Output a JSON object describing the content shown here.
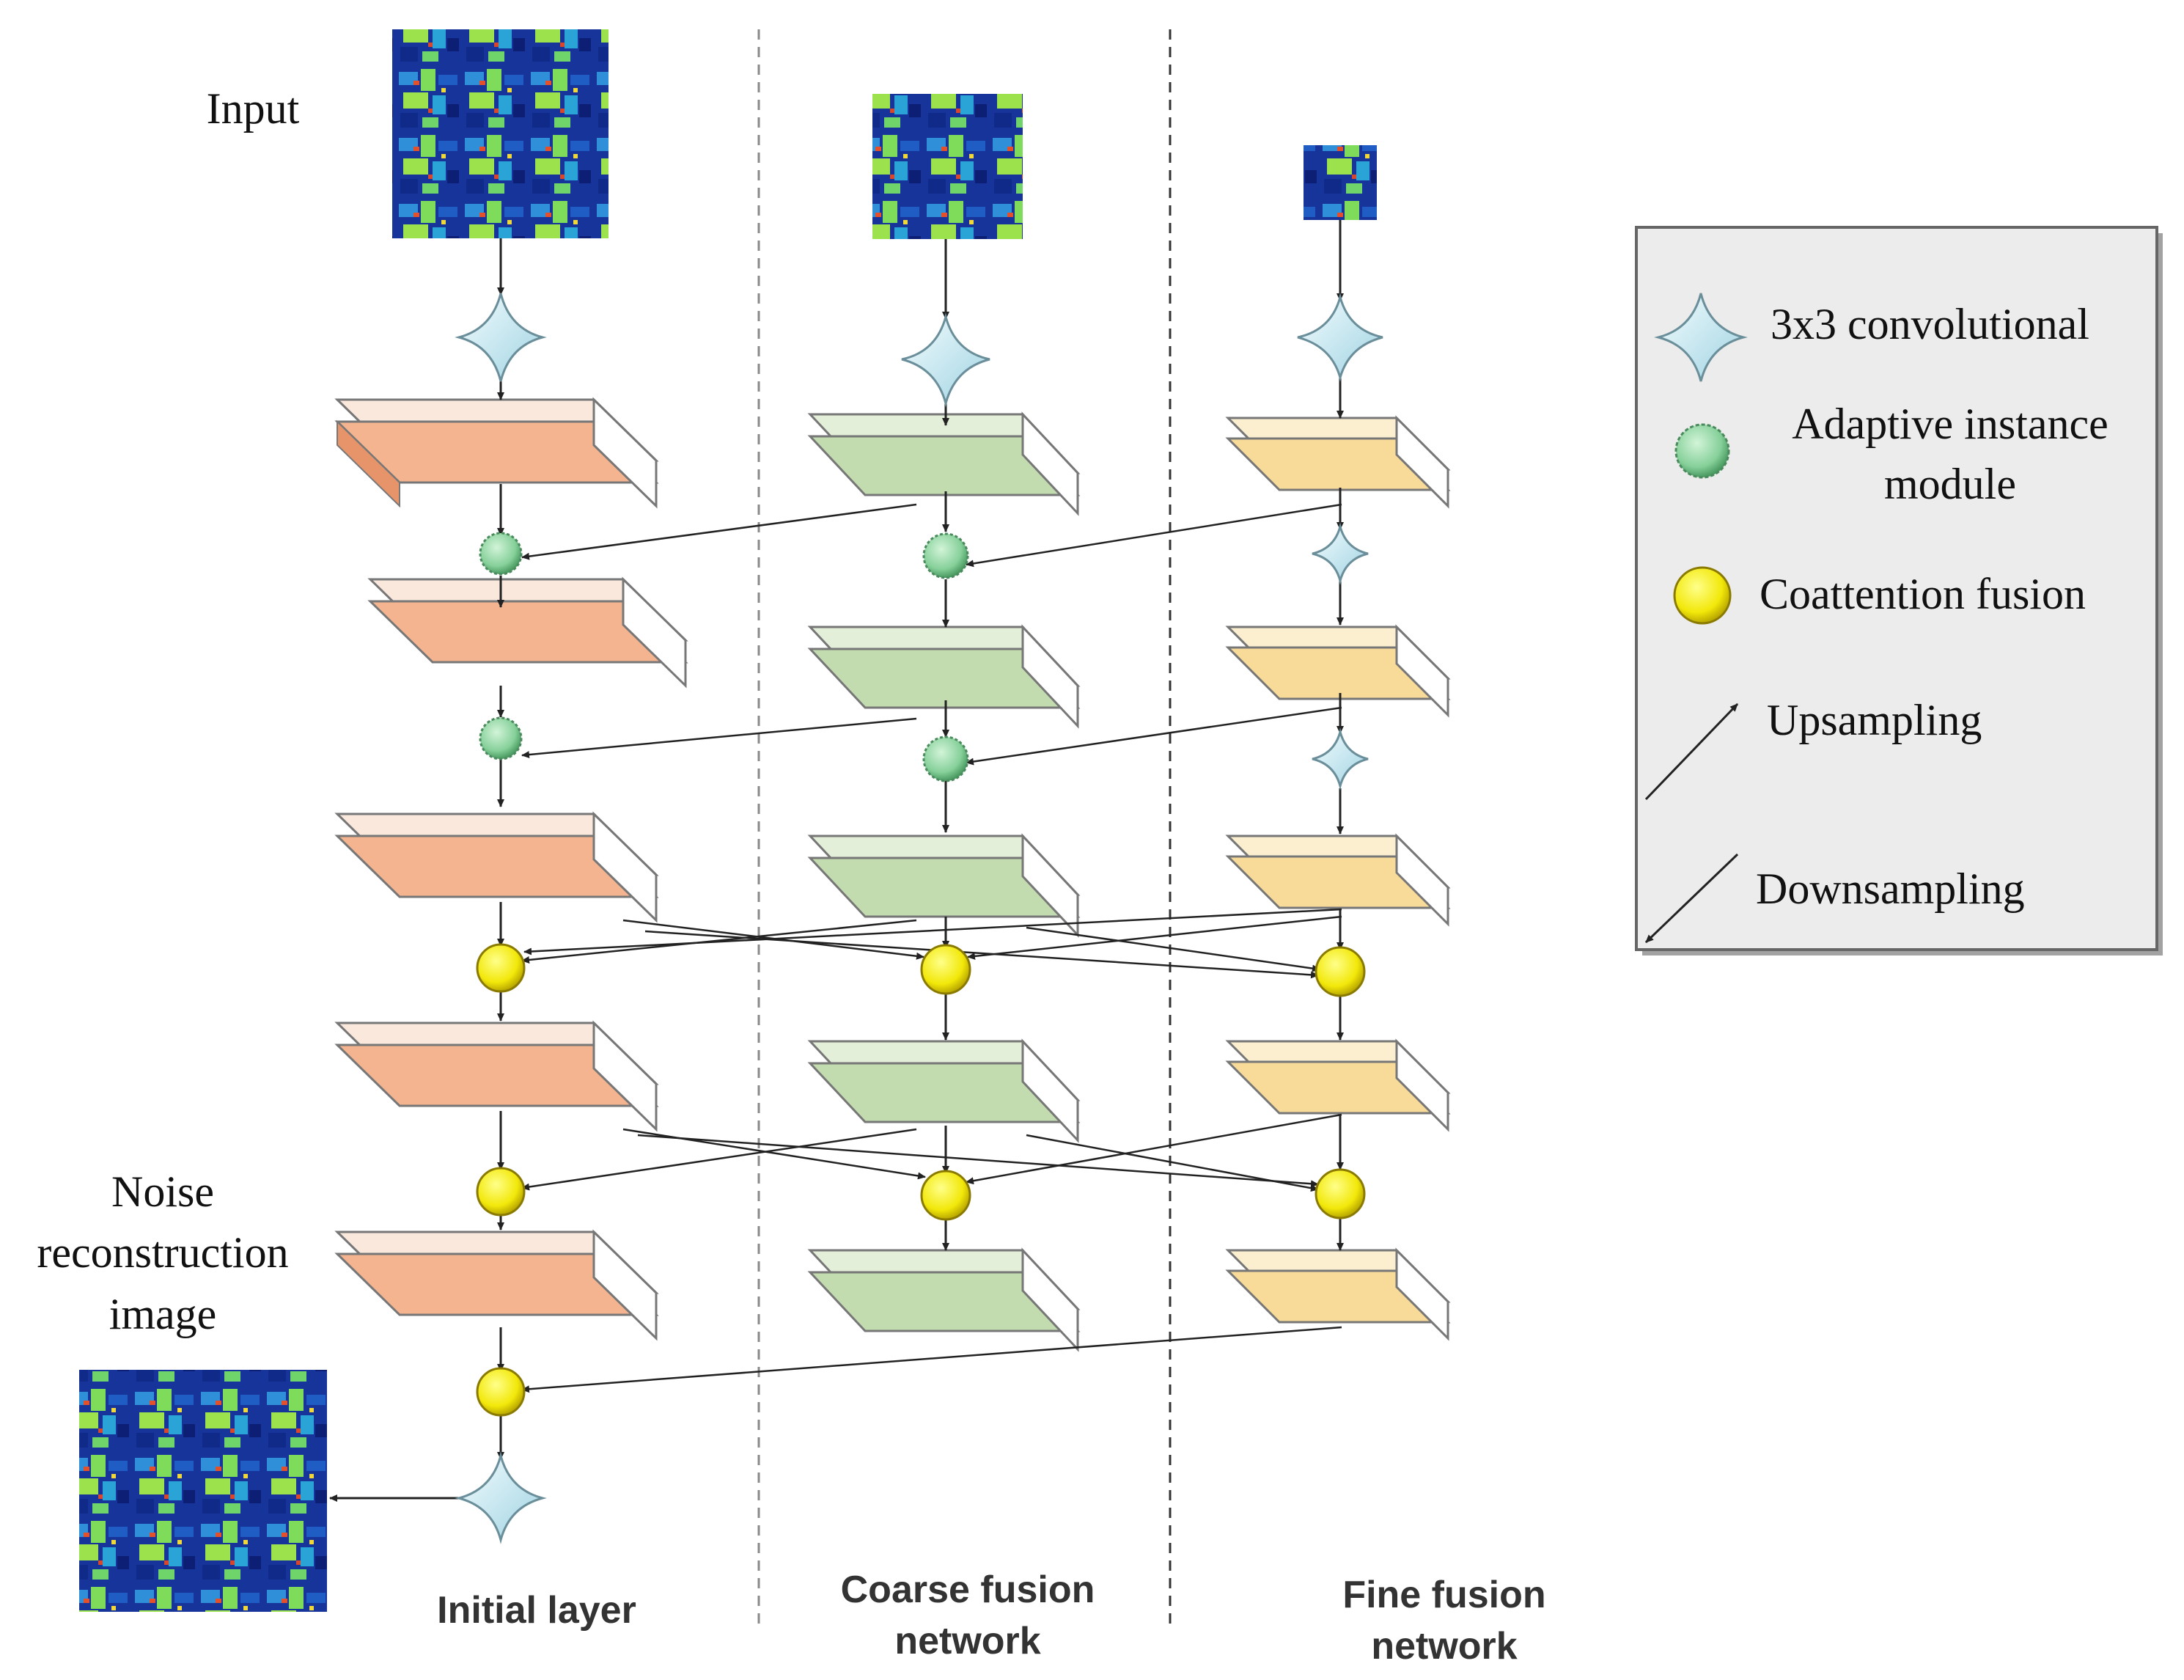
{
  "labels": {
    "input": "Input",
    "noise_line1": "Noise",
    "noise_line2": "reconstruction",
    "noise_line3": "image",
    "initial_layer": "Initial layer",
    "coarse_line1": "Coarse fusion",
    "coarse_line2": "network",
    "fine_line1": "Fine fusion",
    "fine_line2": "network"
  },
  "legend": {
    "conv": "3x3 convolutional",
    "adaptive_line1": "Adaptive instance",
    "adaptive_line2": "module",
    "coattention": "Coattention fusion",
    "upsampling": "Upsampling",
    "downsampling": "Downsampling"
  },
  "colors": {
    "initial_block": "#f4b48f",
    "coarse_block": "#c2dcb0",
    "fine_block": "#f8db98",
    "adaptive_node": "#86d09a",
    "coattention_node": "#f2e80a",
    "conv_star": "#cdeef5",
    "input_image": "#16349a",
    "column_divider": "#8a8a8a"
  }
}
